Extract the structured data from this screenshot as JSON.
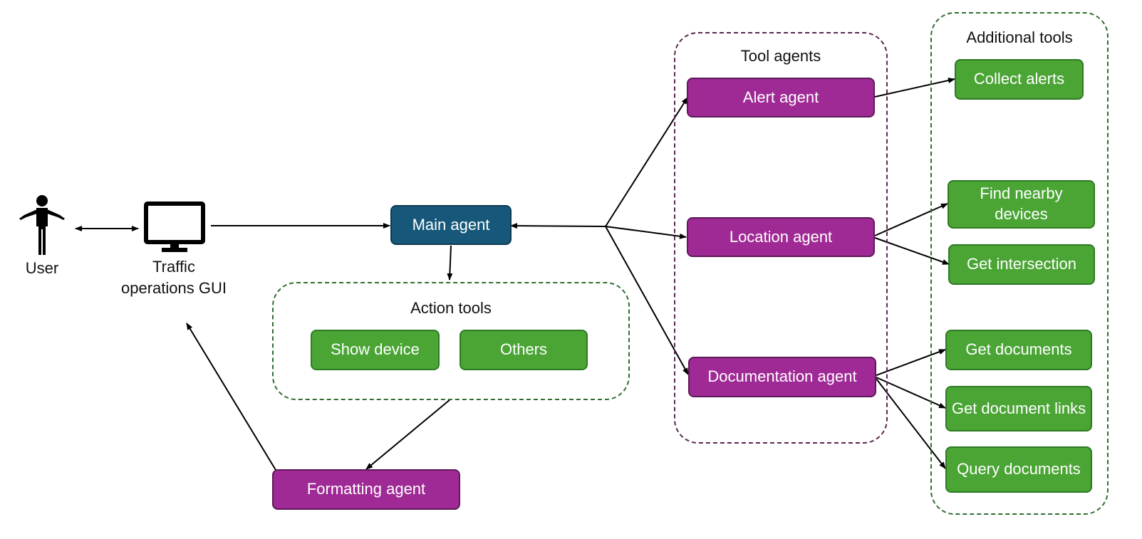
{
  "actors": {
    "user": "User",
    "gui": "Traffic operations GUI"
  },
  "groups": {
    "tool_agents": "Tool agents",
    "additional_tools": "Additional tools",
    "action_tools": "Action tools"
  },
  "nodes": {
    "main_agent": "Main agent",
    "alert_agent": "Alert agent",
    "location_agent": "Location agent",
    "documentation_agent": "Documentation agent",
    "formatting_agent": "Formatting agent",
    "show_device": "Show device",
    "others": "Others",
    "collect_alerts": "Collect alerts",
    "find_nearby_devices": "Find nearby devices",
    "get_intersection": "Get intersection",
    "get_documents": "Get documents",
    "get_document_links": "Get document links",
    "query_documents": "Query documents"
  },
  "colors": {
    "agent_fill": "#a02a95",
    "tool_fill": "#4aa535",
    "main_agent_fill": "#17587a",
    "tool_group_border": "#2f6e2f",
    "agent_group_border": "#5a2650"
  },
  "icons": [
    "person-icon",
    "monitor-icon"
  ]
}
